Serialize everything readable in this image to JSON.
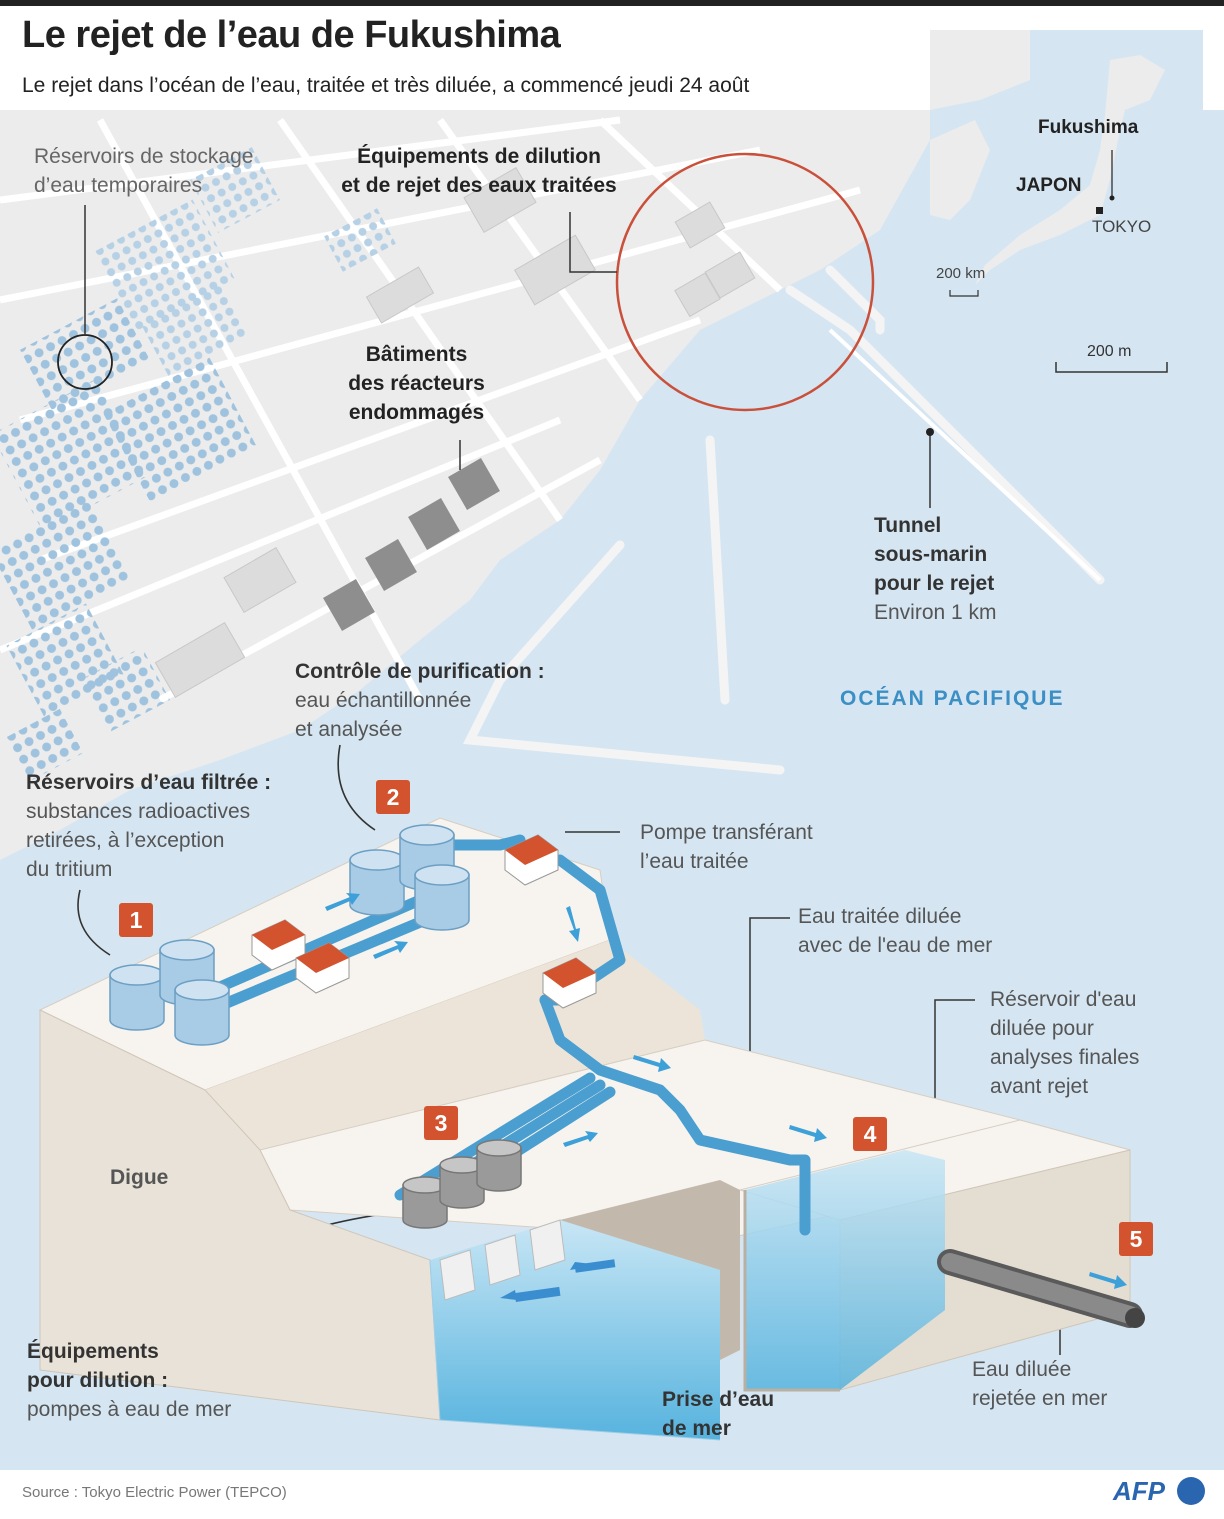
{
  "title": "Le rejet de l’eau de Fukushima",
  "subtitle": "Le rejet dans l’océan de l’eau, traitée et très diluée, a commencé jeudi 24 août",
  "minimap": {
    "fukushima": "Fukushima",
    "japon": "JAPON",
    "tokyo": "TOKYO",
    "scale": "200 km"
  },
  "map": {
    "scale": "200 m",
    "storage_tanks": [
      "Réservoirs de stockage",
      "d’eau temporaires"
    ],
    "dilution_equipment": [
      "Équipements de dilution",
      "et de rejet des eaux traitées"
    ],
    "reactor_buildings": [
      "Bâtiments",
      "des réacteurs",
      "endommagés"
    ],
    "tunnel": {
      "title": [
        "Tunnel",
        "sous-marin",
        "pour le rejet"
      ],
      "detail": "Environ 1 km"
    },
    "ocean": "OCÉAN PACIFIQUE"
  },
  "steps": {
    "s1": "1",
    "s2": "2",
    "s3": "3",
    "s4": "4",
    "s5": "5"
  },
  "labels": {
    "purification": {
      "title": "Contrôle de purification :",
      "lines": [
        "eau échantillonnée",
        "et analysée"
      ]
    },
    "filtered_tanks": {
      "title": "Réservoirs d’eau filtrée :",
      "lines": [
        "substances radioactives",
        "retirées, à l’exception",
        "du tritium"
      ]
    },
    "pump": [
      "Pompe transférant",
      "l’eau traitée"
    ],
    "diluted": [
      "Eau traitée diluée",
      "avec de l'eau de mer"
    ],
    "diluted_tank": [
      "Réservoir d'eau",
      "diluée pour",
      "analyses finales",
      "avant rejet"
    ],
    "dike": "Digue",
    "dilution_pumps": {
      "title": [
        "Équipements",
        "pour dilution :"
      ],
      "lines": [
        "pompes à eau de mer"
      ]
    },
    "seawater_intake": [
      "Prise d’eau",
      "de mer"
    ],
    "released": [
      "Eau diluée",
      "rejetée en mer"
    ]
  },
  "source": "Source : Tokyo Electric Power (TEPCO)",
  "logo": "AFP",
  "colors": {
    "sea": "#d5e6f2",
    "land": "#ececec",
    "tank_blue": "#a8cbe6",
    "pipe": "#4a9fd0",
    "accent_red": "#d4532f",
    "dike": "#e8e2d8"
  }
}
